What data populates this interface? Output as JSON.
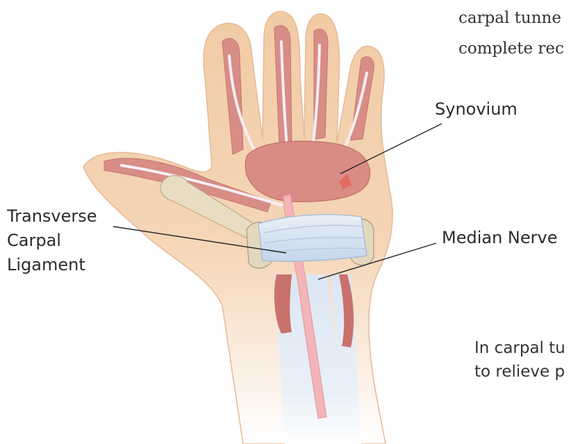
{
  "figure": {
    "labels": {
      "synovium": "Synovium",
      "median_nerve": "Median Nerve",
      "ligament_line1": "Transverse",
      "ligament_line2": "Carpal",
      "ligament_line3": "Ligament"
    },
    "clipped_text": {
      "top_line1": "carpal tunne",
      "top_line2": "complete rec",
      "bottom_line1": "In carpal tu",
      "bottom_line2": "to relieve p"
    },
    "colors": {
      "skin": "#F1CBA4",
      "muscle": "#D88D87",
      "tendon": "#F3E6EC",
      "ligament": "#DCE7F4",
      "bone": "#E8DDC3"
    }
  }
}
